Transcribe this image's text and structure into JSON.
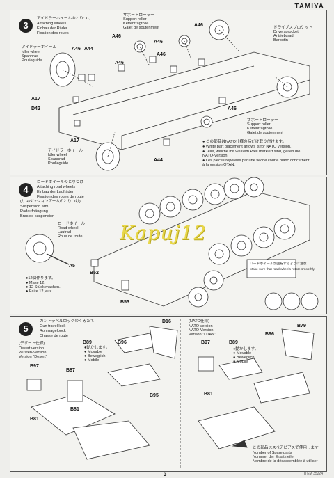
{
  "header": {
    "brand": "TAMIYA"
  },
  "step3": {
    "number": "3",
    "title_jp": "アイドラーホイールのとりつけ",
    "title_en": "Attaching wheels",
    "title_de": "Einbau der Räder",
    "title_fr": "Fixation des roues",
    "idler_jp": "アイドラーホイール",
    "idler_en": "Idler wheel",
    "idler_de": "Spannrad",
    "idler_fr": "Poulieguide",
    "idler2_jp": "アイドラーホイール",
    "idler2_en": "Idler wheel",
    "idler2_de": "Spannrad",
    "idler2_fr": "Poulieguide",
    "support_jp": "サポートローラー",
    "support_en": "Support roller",
    "support_de": "Kettentragrolle",
    "support_fr": "Galet de soutenment",
    "support2_jp": "サポートローラー",
    "support2_en": "Support roller",
    "support2_de": "Kettentragrolle",
    "support2_fr": "Galet de soutenment",
    "sprocket_jp": "ドライブスプロケット",
    "sprocket_en": "Drive sprocket",
    "sprocket_de": "Antriebsrad",
    "sprocket_fr": "Barbotin",
    "note1": "● この部品はNATO仕様の時だけ取り付けます。",
    "note2": "● White part placement arrows is for NATO version.",
    "note3": "● Teile, welche mit weißem Pfeil markiert sind, gelten die",
    "note4": "  NATO-Version.",
    "note5": "● Les pièces repérées par une flèche courte blanc concernent",
    "note6": "  à la version OTAN.",
    "parts": {
      "A46a": "A46",
      "A44a": "A44",
      "A46b": "A46",
      "A46c": "A46",
      "A46d": "A46",
      "A46e": "A46",
      "A46f": "A46",
      "A46g": "A46",
      "A17a": "A17",
      "D42": "D42",
      "A17b": "A17",
      "A44b": "A44"
    }
  },
  "step4": {
    "number": "4",
    "title_jp": "ロードホイールのとりつけ",
    "title_en": "Attaching road wheels",
    "title_de": "Einbau der Laufräder",
    "title_fr": "Fixation des roues de route",
    "susp_jp": "(サスペンションアームのとりつけ)",
    "susp_en": "Suspension arm",
    "susp_de": "Radaufhängung",
    "susp_fr": "Bras de suspension",
    "road_jp": "ロードホイール",
    "road_en": "Road wheel",
    "road_de": "Laufrad",
    "road_fr": "Roue de route",
    "parts_count_jp": "●12個作ります。",
    "parts_count_en": "● Make 12.",
    "parts_count_de": "● 12 Stück machen.",
    "parts_count_fr": "● Faire 12 jeux.",
    "callout_jp": "ロードホイールが回転するように注意",
    "callout_en": "Make sure that road wheels rotate smoothly.",
    "parts": {
      "A5": "A5",
      "B52": "B52",
      "B53": "B53"
    }
  },
  "step5": {
    "number": "5",
    "title_jp": "カントラベルロックのくみたて",
    "title_en": "Gun travel lock",
    "title_de": "Rohrnagelbock",
    "title_fr": "Chasse de route",
    "desert_jp": "(デザート仕様)",
    "desert_en": "Desert version",
    "desert_de": "Wüsten-Version",
    "desert_fr": "Version \"Desert\"",
    "nato_jp": "(NATO仕様)",
    "nato_en": "NATO version",
    "nato_de": "NATO-Version",
    "nato_fr": "Version \"OTAN\"",
    "movable1_jp": "●動かします。",
    "movable1_en": "● Movable",
    "movable1_de": "● Beweglich",
    "movable1_fr": "● Mobile",
    "movable2_jp": "●動かします。",
    "movable2_en": "● Movable",
    "movable2_de": "● Beweglich",
    "movable2_fr": "● Mobile",
    "note_jp": "この部品はスペアピアスで使用します",
    "note_en": "Number of Spare parts",
    "note_de": "Nummer der Ersatzteile",
    "note_fr": "Nombre de la désassemblée à utiliser",
    "parts": {
      "D16": "D16",
      "B89": "B89",
      "B96": "B96",
      "B97a": "B97",
      "B87": "B87",
      "B81a": "B81",
      "B95": "B95",
      "B79": "B79",
      "B97b": "B97",
      "B89b": "B89",
      "B96b": "B96",
      "B81b": "B81",
      "B81c": "B81"
    }
  },
  "footer": {
    "page": "3",
    "code": "ITEM 35224"
  },
  "watermark": "Kapuj12"
}
